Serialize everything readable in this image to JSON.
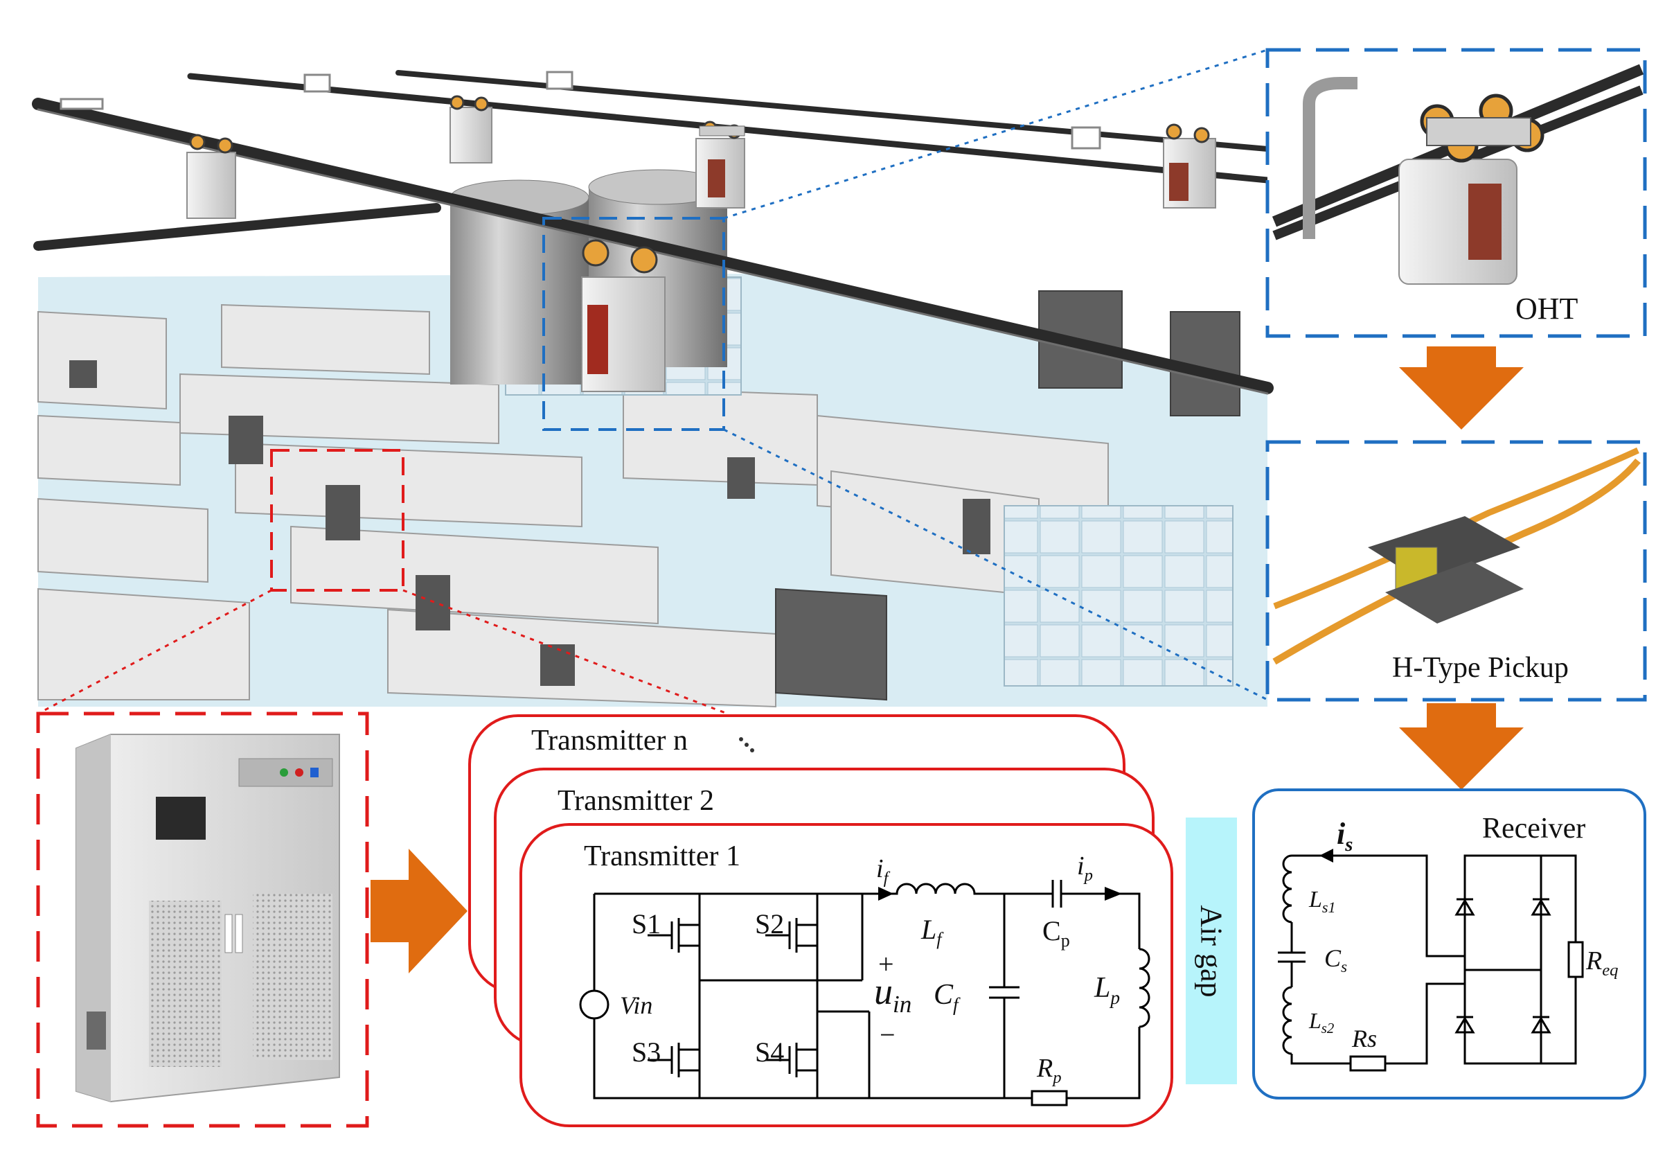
{
  "labels": {
    "oht": "OHT",
    "h_pickup": "H-Type Pickup",
    "air_gap": "Air gap",
    "receiver": "Receiver",
    "transmitter_n": "Transmitter n",
    "transmitter_2": "Transmitter 2",
    "transmitter_1": "Transmitter 1"
  },
  "transmitter_circuit": {
    "switches": [
      "S1",
      "S2",
      "S3",
      "S4"
    ],
    "source": "Vin",
    "i_f": "i",
    "i_f_sub": "f",
    "L_f": "L",
    "L_f_sub": "f",
    "C_p": "C",
    "C_p_sub": "p",
    "i_p": "i",
    "i_p_sub": "p",
    "plus": "+",
    "minus": "−",
    "u_in": "u",
    "u_in_sub": "in",
    "C_f": "C",
    "C_f_sub": "f",
    "L_p": "L",
    "L_p_sub": "p",
    "R_p": "R",
    "R_p_sub": "p"
  },
  "receiver_circuit": {
    "i_s": "i",
    "i_s_sub": "s",
    "L_s1": "L",
    "L_s1_sub": "s1",
    "C_s": "C",
    "C_s_sub": "s",
    "L_s2": "L",
    "L_s2_sub": "s2",
    "R_s": "Rs",
    "R_eq": "R",
    "R_eq_sub": "eq"
  },
  "colors": {
    "red_frame": "#e01b1b",
    "blue_frame": "#1f6fc2",
    "arrow_orange": "#e06c10",
    "air_gap_fill": "#b7f4fb",
    "floor": "#d9ecf3"
  }
}
